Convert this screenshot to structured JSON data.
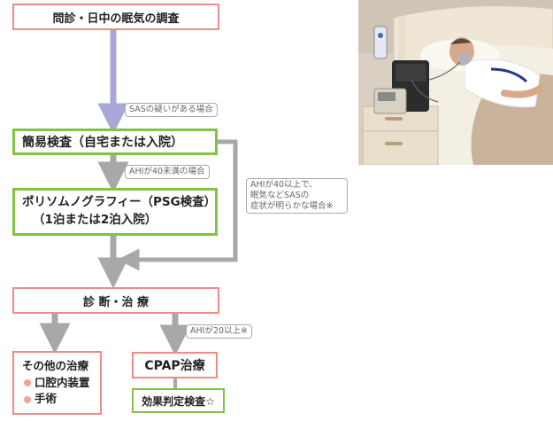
{
  "boxes": {
    "consult": "問診・日中の眠気の調査",
    "simple_test": "簡易検査（自宅または入院）",
    "psg_line1": "ポリソムノグラフィー（PSG検査）",
    "psg_line2": "（1泊または2泊入院）",
    "diagnosis": "診 断・治 療",
    "other_title": "その他の治療",
    "other_items": [
      "口腔内装置",
      "手術"
    ],
    "cpap": "CPAP治療",
    "effect": "効果判定検査☆"
  },
  "conditions": {
    "sas_suspected": "SASの疑いがある場合",
    "ahi_under40": "AHIが40未満の場合",
    "ahi_over40": "AHIが40以上で、\n眠気などSASの\n症状が明らかな場合※",
    "ahi_over20": "AHIが20以上※"
  },
  "colors": {
    "pink_border": "#f08c88",
    "green_border": "#82c341",
    "arrow_gray": "#a8a8a8",
    "arrow_purple": "#a9a6d8"
  }
}
